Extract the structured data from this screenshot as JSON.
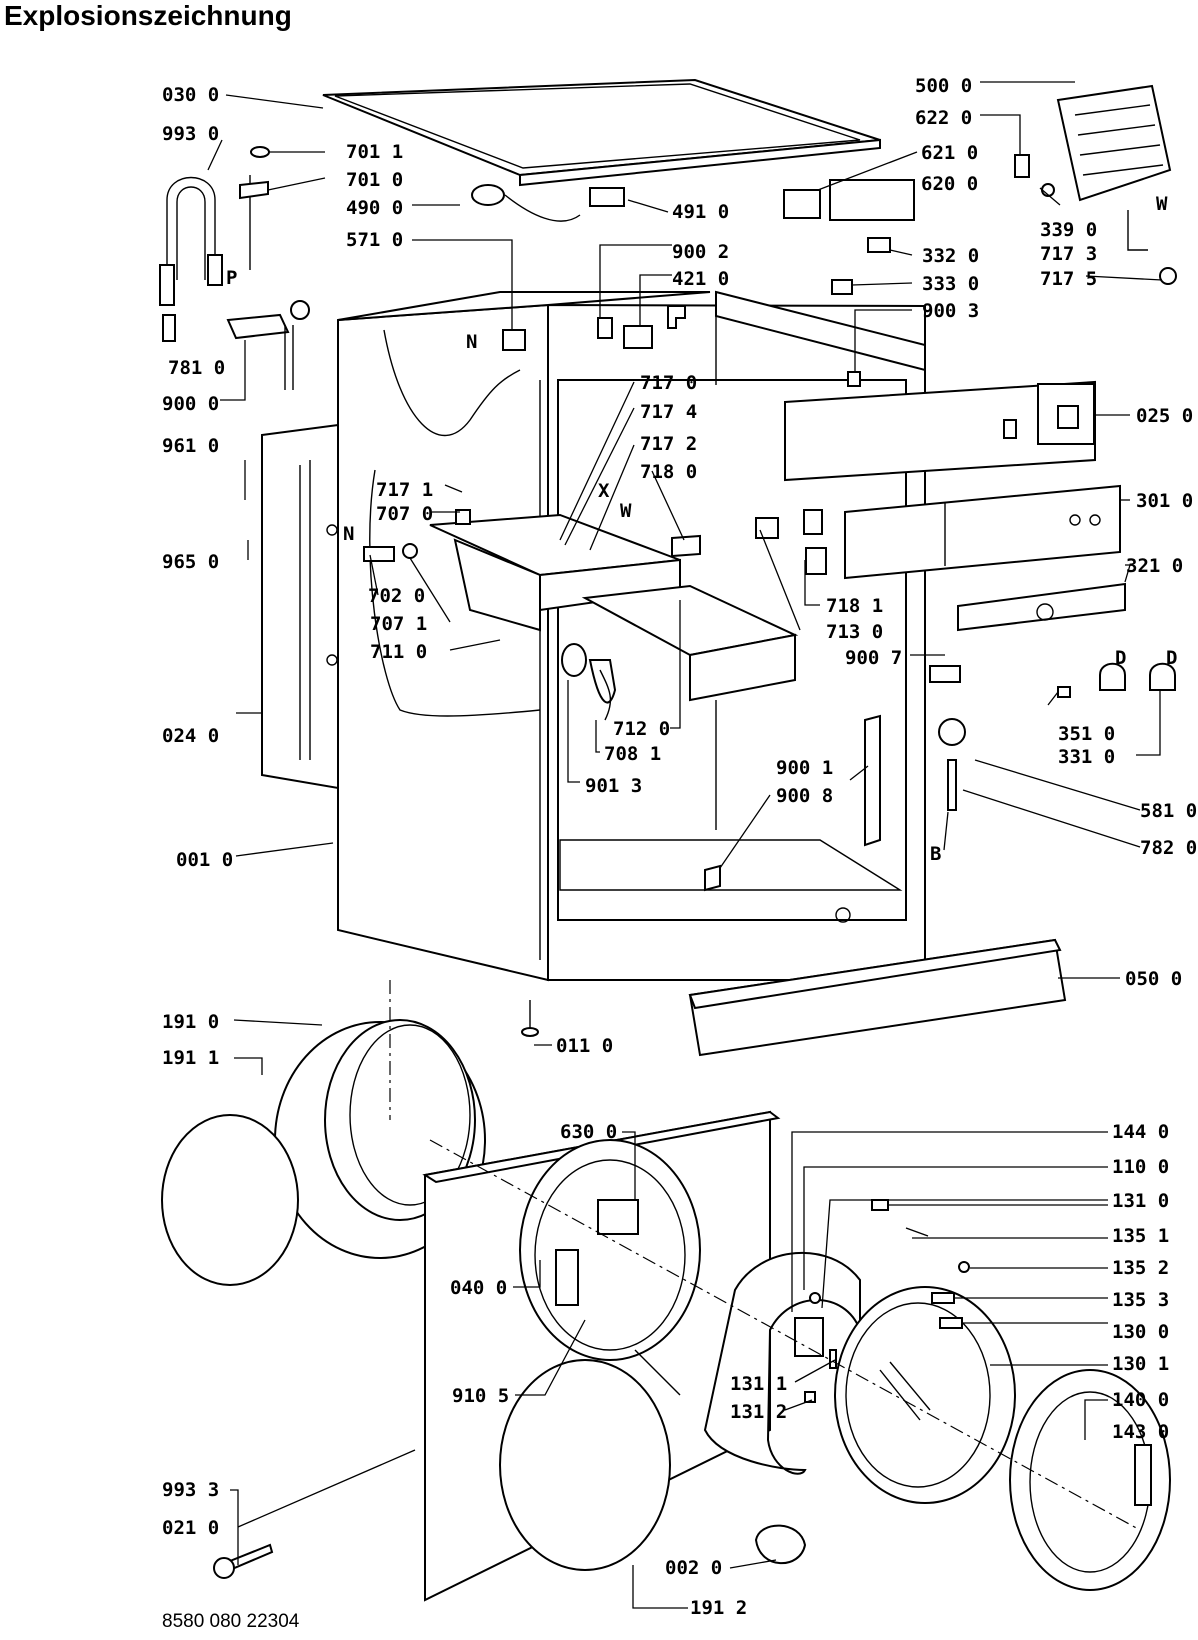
{
  "title": "Explosionszeichnung",
  "document_number": "8580 080 22304",
  "labels": [
    "030 0",
    "993 0",
    "701 1",
    "701 0",
    "490 0",
    "491 0",
    "571 0",
    "900 2",
    "421 0",
    "P",
    "N",
    "781 0",
    "900 0",
    "961 0",
    "965 0",
    "024 0",
    "001 0",
    "500 0",
    "622 0",
    "621 0",
    "620 0",
    "339 0",
    "717 3",
    "717 5",
    "W",
    "332 0",
    "333 0",
    "900 3",
    "717 0",
    "717 4",
    "717 2",
    "718 0",
    "X",
    "W",
    "717 1",
    "707 0",
    "N",
    "702 0",
    "707 1",
    "711 0",
    "712 0",
    "708 1",
    "901 3",
    "025 0",
    "301 0",
    "321 0",
    "718 1",
    "713 0",
    "900 7",
    "D",
    "D",
    "351 0",
    "331 0",
    "581 0",
    "782 0",
    "B",
    "900 1",
    "900 8",
    "050 0",
    "191 0",
    "191 1",
    "011 0",
    "630 0",
    "144 0",
    "110 0",
    "131 0",
    "135 1",
    "135 2",
    "135 3",
    "130 0",
    "130 1",
    "140 0",
    "143 0",
    "040 0",
    "910 5",
    "131 1",
    "131 2",
    "021 0",
    "993 3",
    "002 0",
    "191 2"
  ]
}
